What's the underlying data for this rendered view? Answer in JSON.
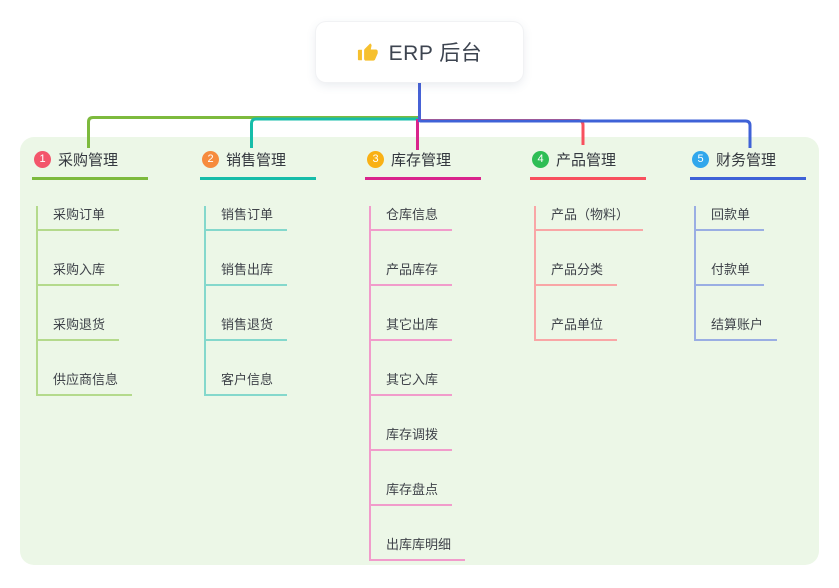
{
  "root": {
    "title": "ERP 后台",
    "icon": "thumbs-up-icon"
  },
  "colors": {
    "panel_bg": "#ECF7E7",
    "stem": "#4762D6",
    "root_text": "#3D4450",
    "thumb_gold": "#F6C02E"
  },
  "branches": [
    {
      "index": "1",
      "label": "采购管理",
      "badge_color": "#F3566B",
      "line_color": "#7DBA3D",
      "tint_color": "#B4DA8C",
      "children": [
        "采购订单",
        "采购入库",
        "采购退货",
        "供应商信息"
      ]
    },
    {
      "index": "2",
      "label": "销售管理",
      "badge_color": "#F68B3D",
      "line_color": "#16BDA9",
      "tint_color": "#84D8CC",
      "children": [
        "销售订单",
        "销售出库",
        "销售退货",
        "客户信息"
      ]
    },
    {
      "index": "3",
      "label": "库存管理",
      "badge_color": "#F9B115",
      "line_color": "#D9258C",
      "tint_color": "#F19CCB",
      "children": [
        "仓库信息",
        "产品库存",
        "其它出库",
        "其它入库",
        "库存调拨",
        "库存盘点",
        "出库库明细"
      ]
    },
    {
      "index": "4",
      "label": "产品管理",
      "badge_color": "#2EBE55",
      "line_color": "#F8505E",
      "tint_color": "#F9A6A6",
      "children": [
        "产品（物料）",
        "产品分类",
        "产品单位"
      ]
    },
    {
      "index": "5",
      "label": "财务管理",
      "badge_color": "#31A7EC",
      "line_color": "#3F62D7",
      "tint_color": "#9AAEE3",
      "children": [
        "回款单",
        "付款单",
        "结算账户"
      ]
    }
  ]
}
